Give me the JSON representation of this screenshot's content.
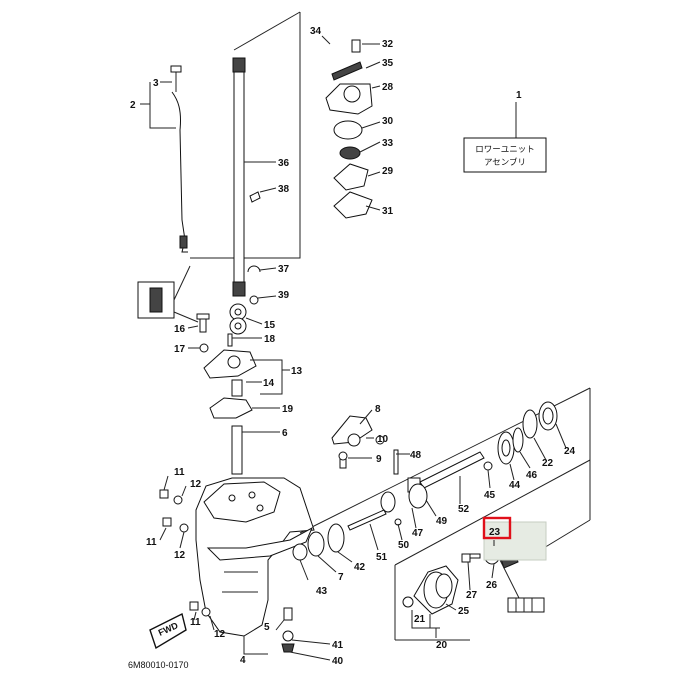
{
  "diagram": {
    "drawing_code": "6M80010-0170",
    "assembly_label": {
      "callout": "1",
      "line1": "ロワーユニット",
      "line2": "アセンブリ"
    },
    "highlighted_callout": "23",
    "fwd_mark": "FWD",
    "callouts": [
      "2",
      "3",
      "4",
      "5",
      "6",
      "7",
      "8",
      "9",
      "10",
      "11",
      "11",
      "11",
      "12",
      "12",
      "12",
      "13",
      "14",
      "15",
      "16",
      "17",
      "18",
      "19",
      "20",
      "21",
      "22",
      "23",
      "24",
      "25",
      "26",
      "27",
      "28",
      "29",
      "30",
      "31",
      "32",
      "33",
      "34",
      "35",
      "36",
      "37",
      "38",
      "39",
      "40",
      "41",
      "42",
      "43",
      "44",
      "45",
      "46",
      "47",
      "48",
      "49",
      "50",
      "51",
      "52"
    ],
    "colors": {
      "highlight": "#e0101a",
      "line": "#222222",
      "highlight_box": "#e6ebe3"
    }
  }
}
